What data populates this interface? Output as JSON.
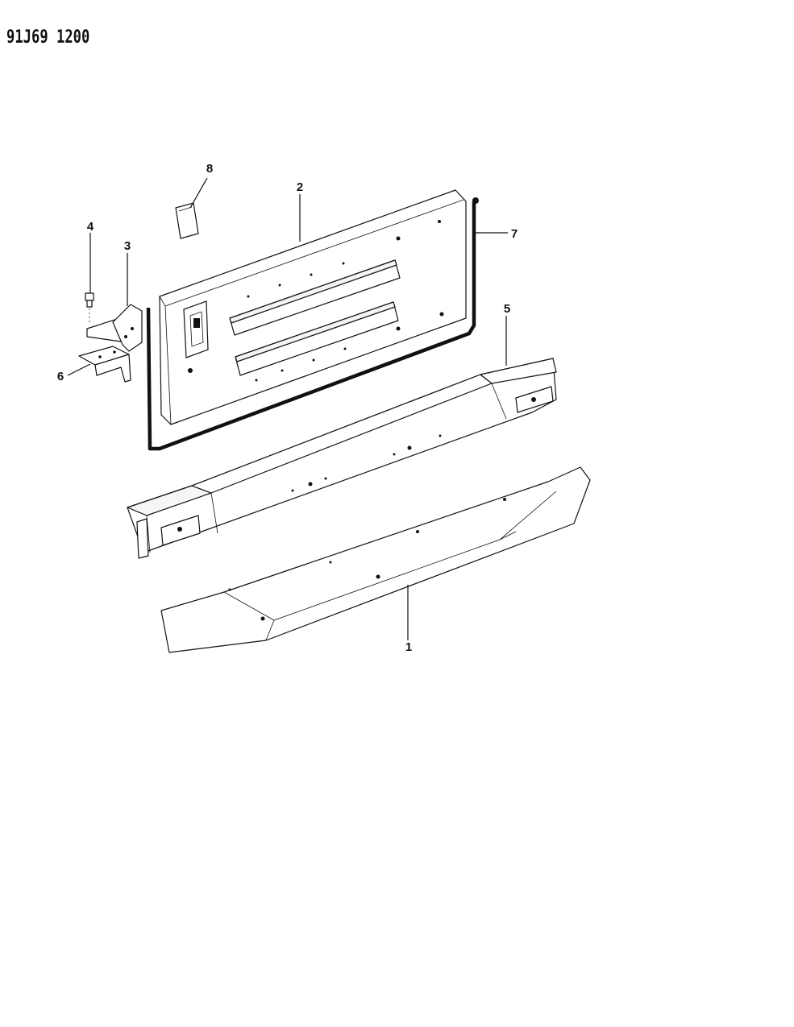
{
  "header": {
    "code": "91J69 1200"
  },
  "diagram": {
    "callouts": [
      {
        "id": "1",
        "label": "1"
      },
      {
        "id": "2",
        "label": "2"
      },
      {
        "id": "3",
        "label": "3"
      },
      {
        "id": "4",
        "label": "4"
      },
      {
        "id": "5",
        "label": "5"
      },
      {
        "id": "6",
        "label": "6"
      },
      {
        "id": "7",
        "label": "7"
      },
      {
        "id": "8",
        "label": "8"
      }
    ]
  }
}
